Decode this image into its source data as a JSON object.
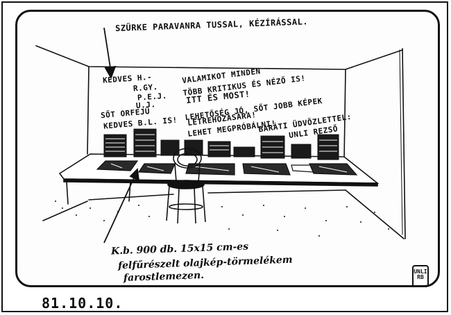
{
  "caption_top": "SZÜRKE PARAVANRA TUSSAL, KÉZÍRÁSSAL.",
  "greetings": [
    "KEDVES H.-",
    "R.GY.",
    "P.E.J.",
    "U.J.",
    "SŐT ORFEJŰ",
    "KEDVES B.L. IS!"
  ],
  "wall_text": [
    "VALAMIKOT MINDEN",
    "TÖBB KRITIKUS ÉS NÉZŐ IS!",
    "ITT ÉS MOST!",
    "LEHETŐSÉG JÓ, SŐT JOBB KÉPEK",
    "LÉTREHOZÁSÁRA!",
    "LEHET MEGPRÓBÁLNI!"
  ],
  "wall_signoff": [
    "BARÁTI ÜDVÖZLETTEL:",
    "UNLI REZSŐ"
  ],
  "bottom_caption": [
    "K.b. 900 db. 15x15 cm-es",
    "felfűrészelt olajkép-törmelékem",
    "farostlemezen."
  ],
  "signature_mark": [
    "UNLI",
    "RB"
  ],
  "date": "81.10.10."
}
